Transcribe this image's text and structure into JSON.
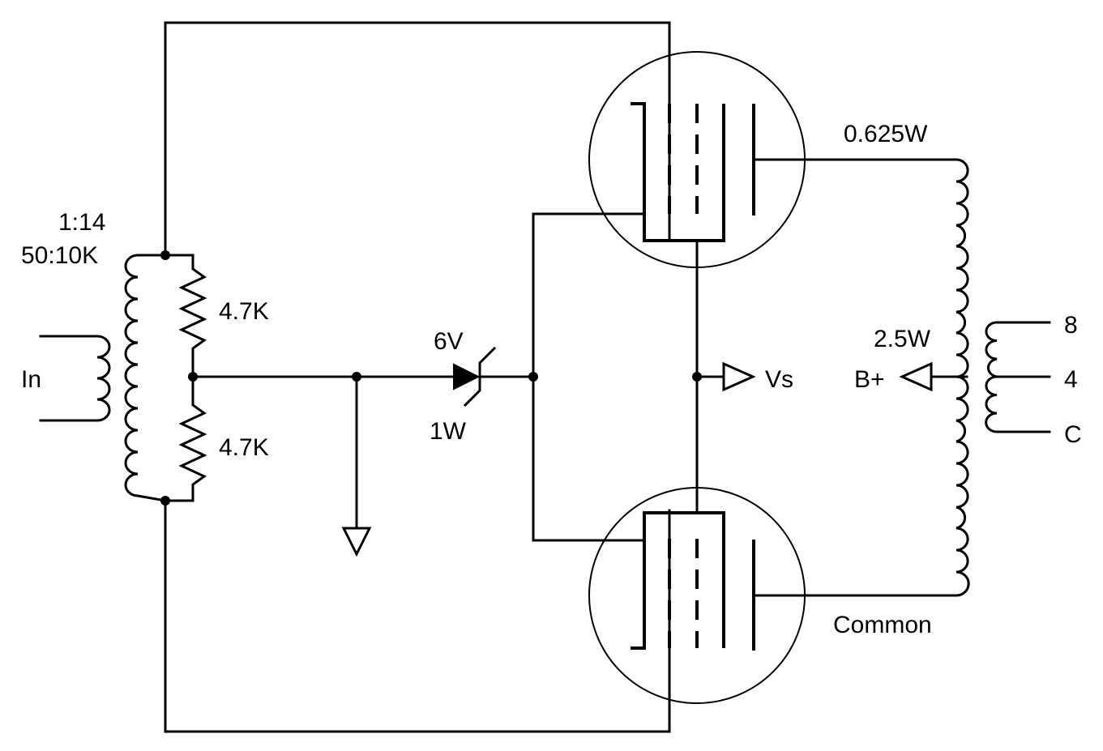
{
  "labels": {
    "transformer_ratio": "1:14",
    "transformer_impedance": "50:10K",
    "input": "In",
    "resistor_top": "4.7K",
    "resistor_bottom": "4.7K",
    "zener_voltage": "6V",
    "zener_power": "1W",
    "screen_supply": "Vs",
    "output_power_top": "0.625W",
    "output_power_tap": "2.5W",
    "plate_supply": "B+",
    "tap_8": "8",
    "tap_4": "4",
    "tap_common": "C",
    "common": "Common"
  }
}
